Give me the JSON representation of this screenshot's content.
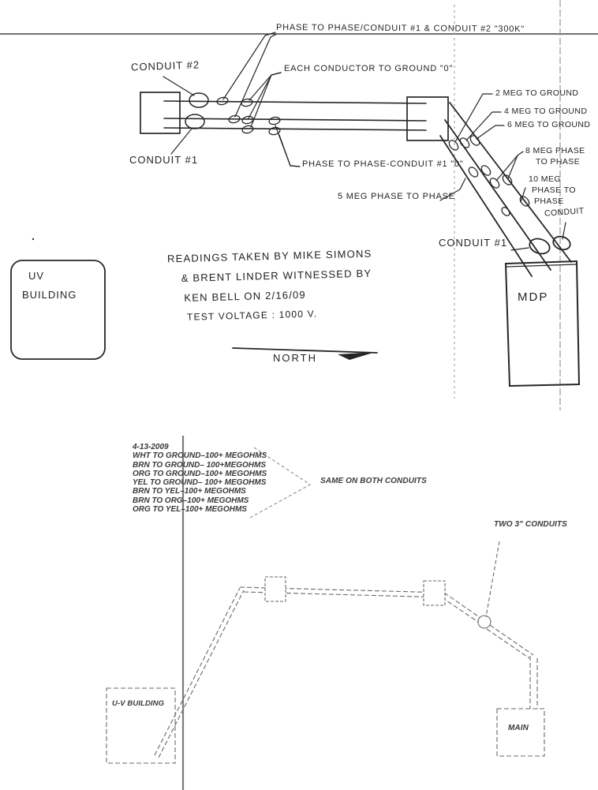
{
  "document": {
    "kind": "scanned conduit insulation-test sketch",
    "ink_color": "#262626",
    "cad_line_color": "#6a6a6a",
    "fold_line_color": "#808080"
  },
  "top": {
    "labels": {
      "phase_300k": "PHASE TO PHASE/CONDUIT #1 & CONDUIT #2  \"300K\"",
      "each_conductor": "EACH CONDUCTOR TO GROUND \"0\"",
      "conduit_2": "CONDUIT #2",
      "conduit_1_left": "CONDUIT #1",
      "phase_0": "PHASE TO PHASE-CONDUIT #1 \"0\"",
      "meg_2": "2 MEG TO GROUND",
      "meg_4": "4 MEG TO GROUND",
      "meg_6": "6 MEG TO GROUND",
      "meg_8_l1": "8 MEG PHASE",
      "meg_8_l2": "TO PHASE",
      "meg_10_l1": "10 MEG",
      "meg_10_l2": "PHASE TO",
      "meg_10_l3": "PHASE",
      "meg_5": "5 MEG PHASE TO PHASE",
      "conduit_right": "CONDUIT",
      "conduit_1_right": "CONDUIT #1",
      "north": "NORTH",
      "uv_line1": "UV",
      "uv_line2": "BUILDING",
      "mdp": "MDP"
    },
    "notes": [
      "READINGS TAKEN BY MIKE SIMONS",
      "& BRENT LINDER WITNESSED BY",
      "KEN BELL ON 2/16/09",
      "TEST VOLTAGE : 1000 V."
    ]
  },
  "bottom": {
    "readings": [
      "4-13-2009",
      "WHT TO GROUND–100+ MEGOHMS",
      "BRN TO GROUND– 100+MEGOHMS",
      "ORG TO GROUND–100+ MEGOHMS",
      "YEL TO GROUND– 100+ MEGOHMS",
      "BRN TO YEL–100+ MEGOHMS",
      "BRN TO ORG–100+ MEGOHMS",
      "ORG TO YEL–100+ MEGOHMS"
    ],
    "same_on_both": "SAME ON BOTH CONDUITS",
    "two_conduits": "TWO 3\" CONDUITS",
    "uv_building": "U-V BUILDING",
    "main": "MAIN"
  }
}
